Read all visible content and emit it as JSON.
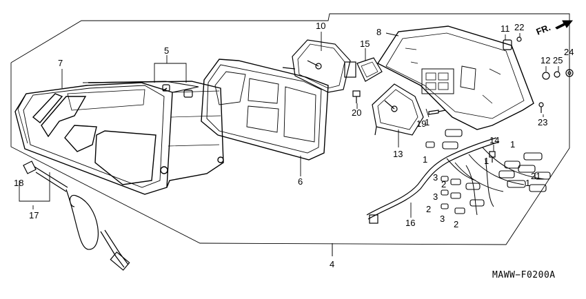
{
  "diagram": {
    "code": "MAWW−F0200A",
    "direction_label": "FR.",
    "callouts": {
      "c1a": "1",
      "c1b": "1",
      "c1c": "1",
      "c1d": "1",
      "c1e": "1",
      "c2a": "2",
      "c2b": "2",
      "c2c": "2",
      "c3a": "3",
      "c3b": "3",
      "c3c": "3",
      "c4": "4",
      "c5": "5",
      "c6": "6",
      "c7": "7",
      "c8": "8",
      "c10": "10",
      "c11": "11",
      "c12": "12",
      "c13": "13",
      "c14": "14",
      "c15": "15",
      "c16": "16",
      "c17": "17",
      "c18": "18",
      "c19": "19",
      "c20": "20",
      "c21": "21",
      "c22": "22",
      "c23": "23",
      "c24": "24",
      "c25": "25"
    }
  }
}
